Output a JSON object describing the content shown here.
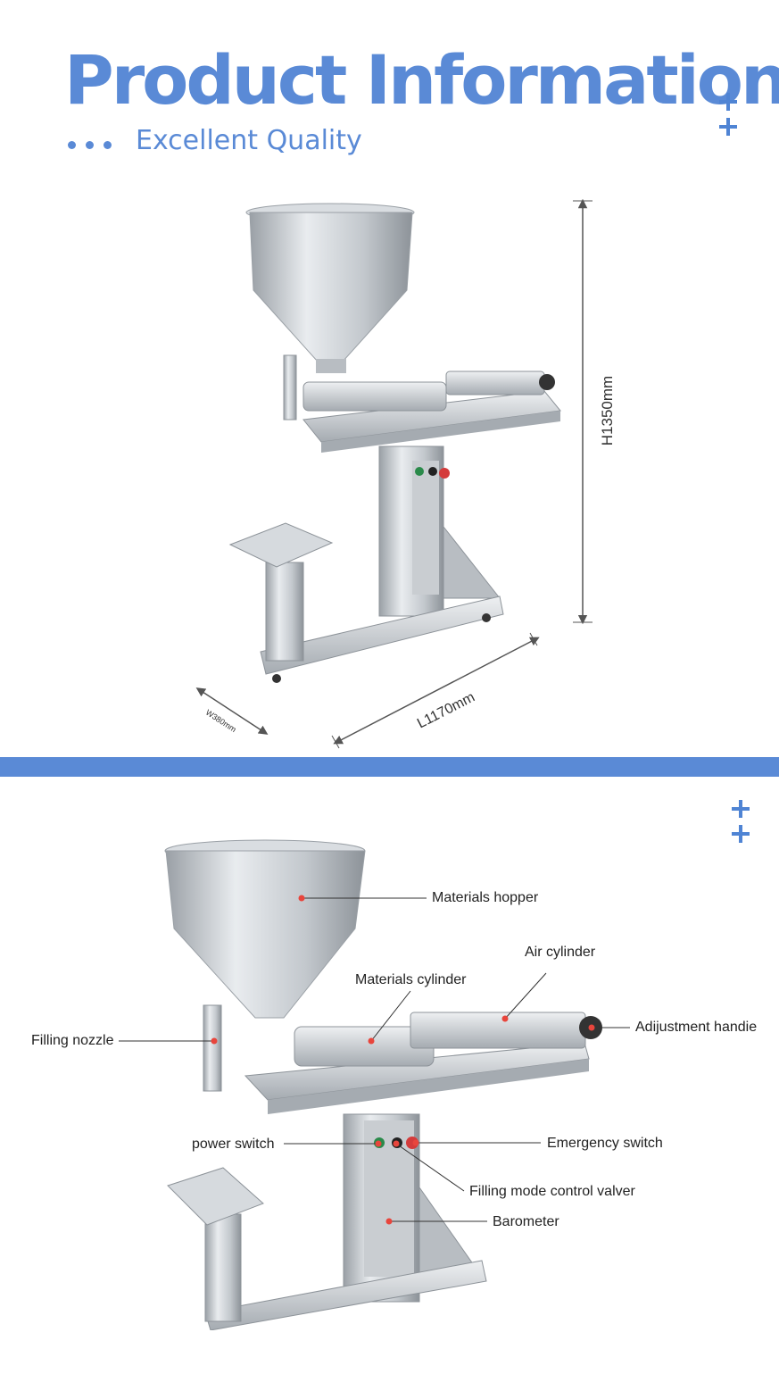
{
  "header": {
    "title": "Product Information",
    "subtitle": "Excellent Quality"
  },
  "dimensions": {
    "height": "H1350mm",
    "length": "L1170mm",
    "width": "W380mm"
  },
  "callouts": {
    "materials_hopper": "Materials hopper",
    "air_cylinder": "Air cylinder",
    "materials_cylinder": "Materials cylinder",
    "filling_nozzle": "Filling nozzle",
    "adjustment_handle": "Adijustment handie",
    "power_switch": "power switch",
    "emergency_switch": "Emergency switch",
    "filling_mode_valve": "Filling mode control valver",
    "barometer": "Barometer"
  },
  "colors": {
    "brand_blue": "#5a8ad6",
    "callout_dot": "#e8453c"
  }
}
